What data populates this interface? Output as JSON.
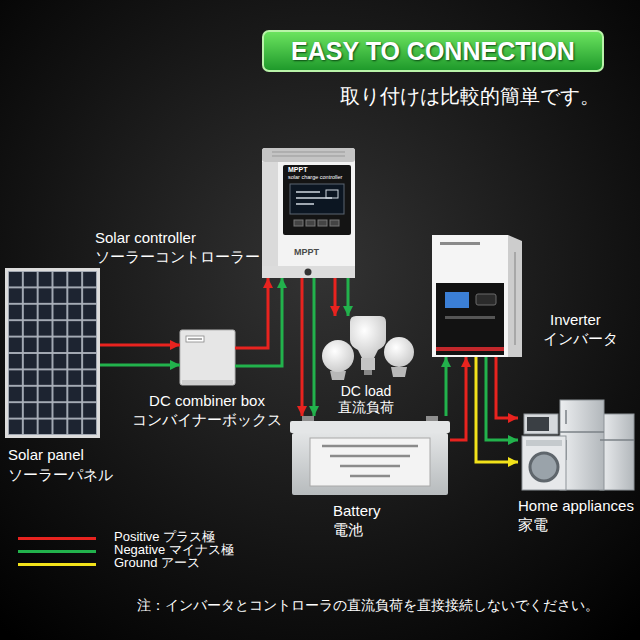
{
  "diagram": {
    "title": "EASY TO CONNECTION",
    "nodes": [
      {
        "text": [
          "Solar controller",
          "ソーラーコントローラー"
        ]
      },
      {
        "text": [
          "Inverter",
          "インバータ"
        ]
      },
      {
        "text": [
          "Solar panel",
          "ソーラーパネル"
        ]
      },
      {
        "text": [
          "DC combiner box",
          "コンバイナーボックス"
        ]
      },
      {
        "text": [
          "DC load",
          "直流負荷"
        ]
      },
      {
        "text": [
          "Battery",
          "電池"
        ]
      },
      {
        "text": [
          "Home appliances",
          "家電"
        ]
      }
    ],
    "edges": [
      {
        "from": 2,
        "to": 3,
        "arrow": "to"
      },
      {
        "from": 2,
        "to": 3,
        "arrow": "to"
      },
      {
        "from": 3,
        "to": 0,
        "arrow": "to"
      },
      {
        "from": 3,
        "to": 0,
        "arrow": "to"
      },
      {
        "from": 0,
        "to": 4,
        "arrow": "to"
      },
      {
        "from": 0,
        "to": 4,
        "arrow": "to"
      },
      {
        "from": 0,
        "to": 5,
        "arrow": "to"
      },
      {
        "from": 0,
        "to": 5,
        "arrow": "to"
      },
      {
        "from": 5,
        "to": 1,
        "arrow": "to"
      },
      {
        "from": 5,
        "to": 1,
        "arrow": "to"
      },
      {
        "from": 1,
        "to": 6,
        "arrow": "to"
      },
      {
        "from": 1,
        "to": 6,
        "arrow": "to"
      },
      {
        "from": 1,
        "to": 6,
        "arrow": "to"
      }
    ],
    "labels": [
      "取り付けは比較的簡単です。",
      "MPPT",
      "solar charge controller",
      "MPPT",
      "注：インバータとコントローラの直流負荷を直接接続しないでください。"
    ],
    "legend": [
      {
        "text": "Positive プラス極",
        "color": "#e8231f"
      },
      {
        "text": "Negative マイナス極",
        "color": "#22b24c"
      },
      {
        "text": "Ground アース",
        "color": "#f2e21a"
      }
    ]
  }
}
